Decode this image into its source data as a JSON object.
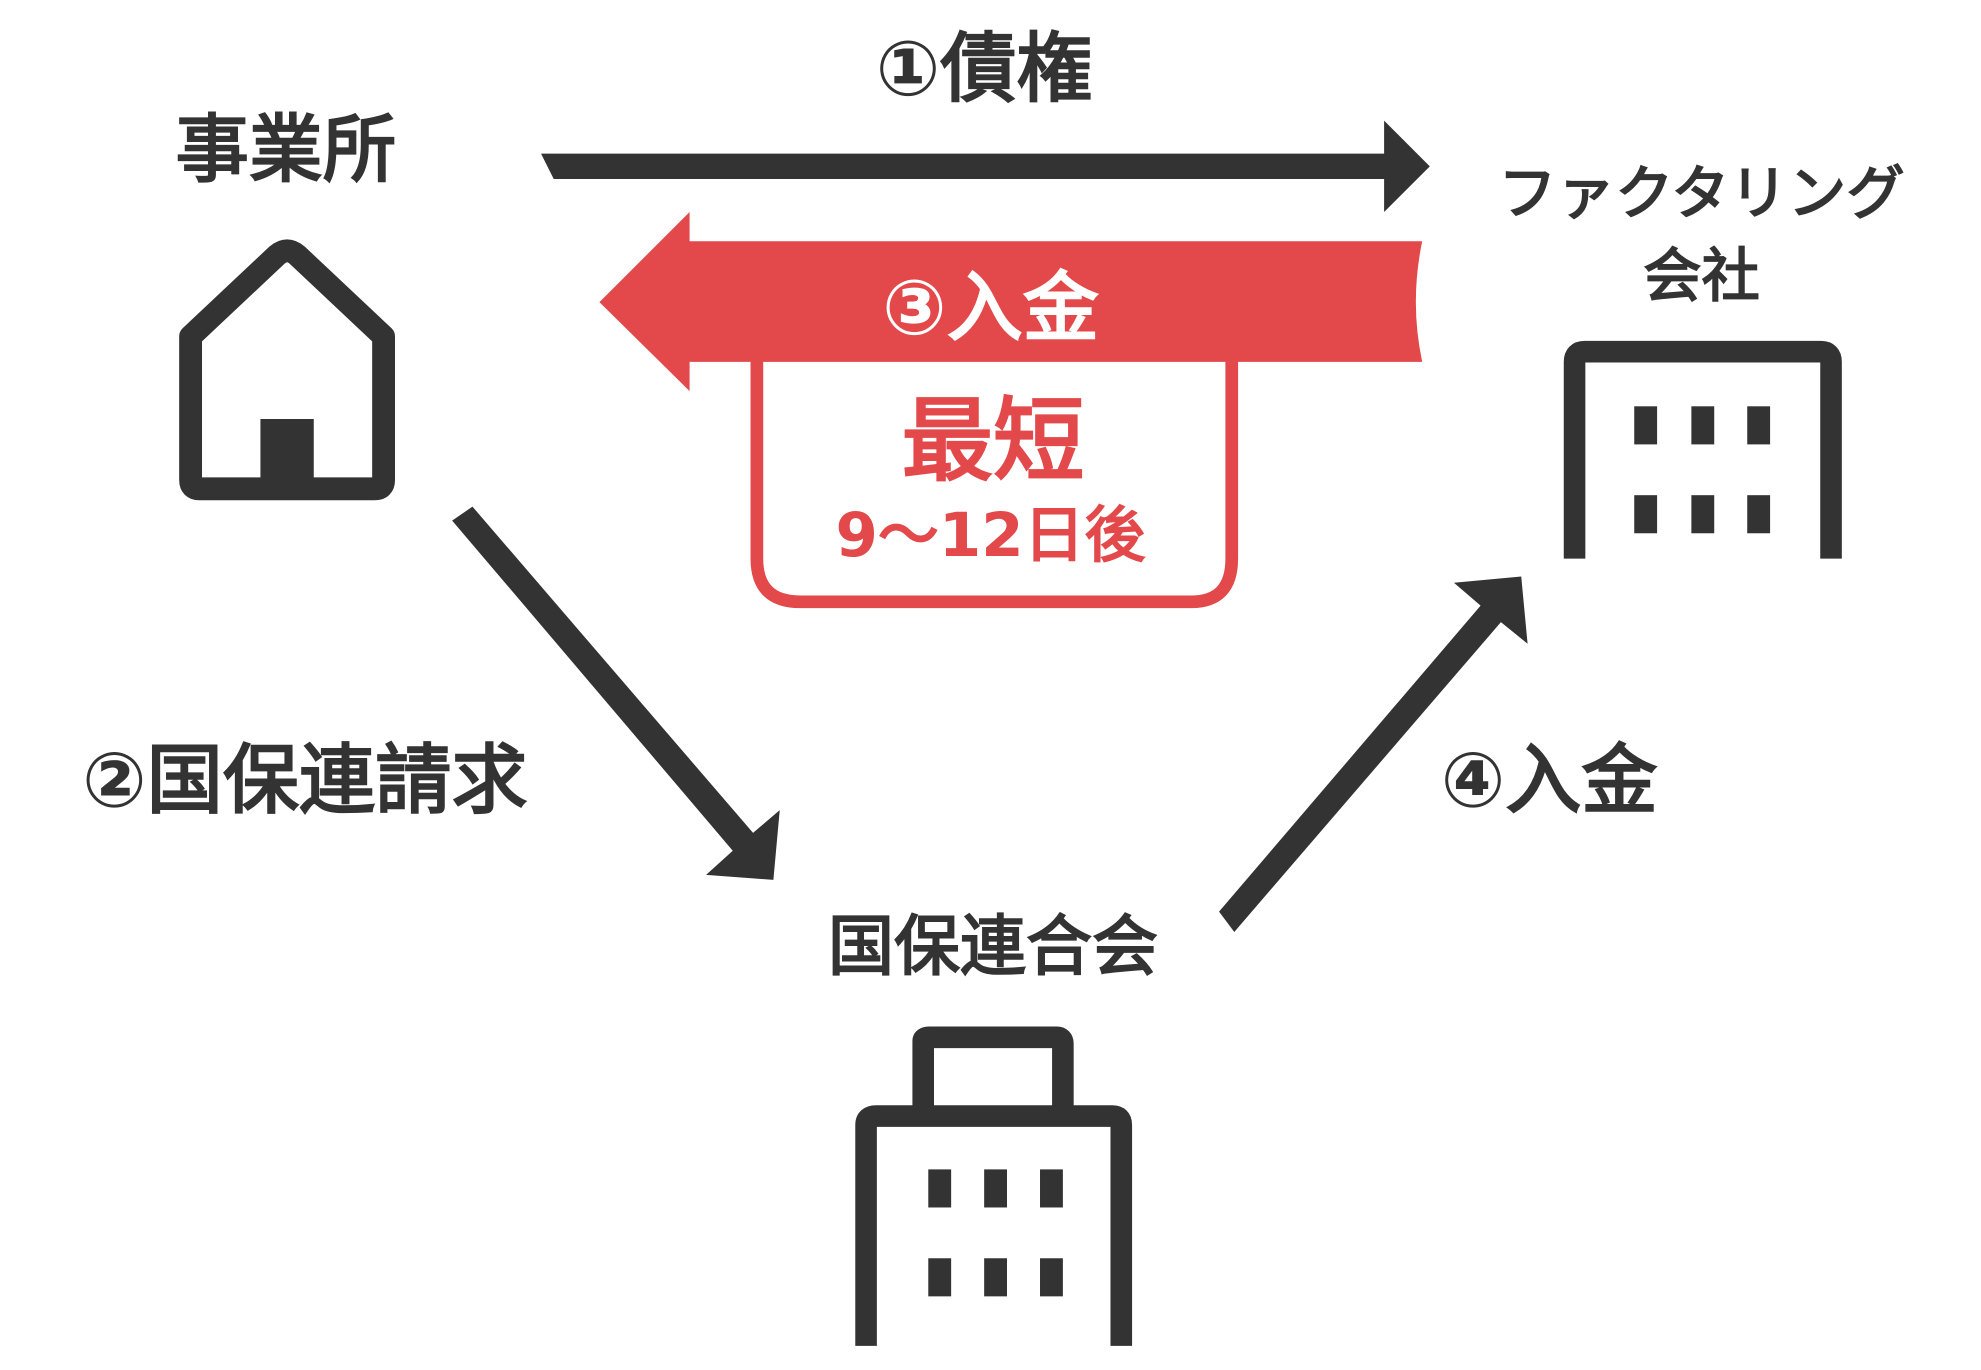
{
  "colors": {
    "dark": "#333333",
    "accent": "#e3484a",
    "background": "#ffffff"
  },
  "nodes": {
    "business": {
      "label": "事業所",
      "icon": "house-icon"
    },
    "factoring": {
      "label_line1": "ファクタリング",
      "label_line2": "会社",
      "icon": "building-icon"
    },
    "kokuhoren": {
      "label": "国保連合会",
      "icon": "building-icon"
    }
  },
  "flows": {
    "step1": {
      "label": "①債権"
    },
    "step2": {
      "label": "②国保連請求"
    },
    "step3": {
      "label": "③入金",
      "callout_title": "最短",
      "callout_sub": "9〜12日後"
    },
    "step4": {
      "label": "④入金"
    }
  }
}
